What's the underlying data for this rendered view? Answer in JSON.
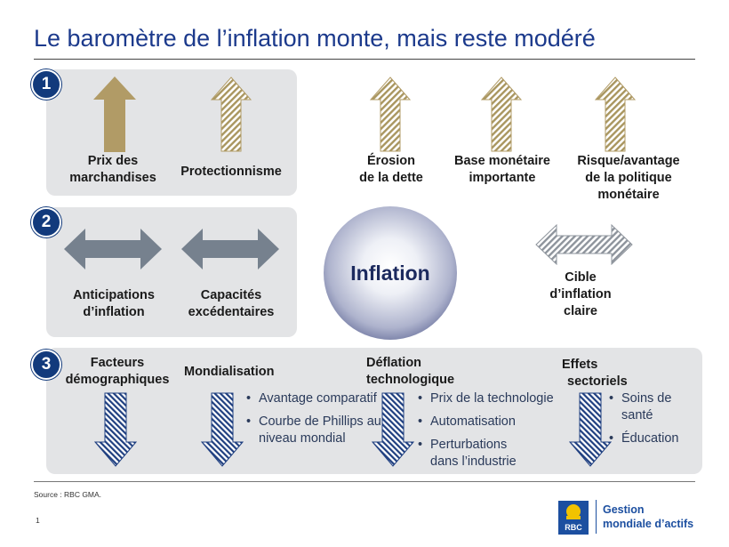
{
  "title": "Le baromètre de l’inflation monte, mais reste modéré",
  "badges": [
    "1",
    "2",
    "3"
  ],
  "section1": {
    "items": [
      {
        "line1": "Prix des",
        "line2": "marchandises"
      },
      {
        "line1": "Protectionnisme"
      },
      {
        "line1": "Érosion",
        "line2": "de la dette"
      },
      {
        "line1": "Base monétaire",
        "line2": "importante"
      },
      {
        "line1": "Risque/avantage",
        "line2": "de la politique",
        "line3": "monétaire"
      }
    ]
  },
  "section2": {
    "items": [
      {
        "line1": "Anticipations",
        "line2": "d’inflation"
      },
      {
        "line1": "Capacités",
        "line2": "excédentaires"
      },
      {
        "line1": "Cible",
        "line2": "d’inflation",
        "line3": "claire"
      }
    ],
    "center": "Inflation"
  },
  "section3": {
    "items": [
      {
        "line1": "Facteurs",
        "line2": "démographiques"
      },
      {
        "line1": "Mondialisation",
        "bullets": [
          "Avantage comparatif",
          "Courbe de Phillips au niveau mondial"
        ]
      },
      {
        "line1": "Déflation",
        "line2": "technologique",
        "bullets": [
          "Prix de la technologie",
          "Automatisation",
          "Perturbations dans l’industrie"
        ]
      },
      {
        "line1": "Effets",
        "line2": "sectoriels",
        "bullets": [
          "Soins de santé",
          "Éducation"
        ]
      }
    ]
  },
  "source": "Source : RBC GMA.",
  "page_number": "1",
  "brand": {
    "logo": "RBC",
    "line1": "Gestion",
    "line2": "mondiale d’actifs"
  },
  "colors": {
    "gold": "#b19b66",
    "navy": "#123a7c",
    "slate": "#76818e",
    "panel": "#e3e4e6"
  }
}
